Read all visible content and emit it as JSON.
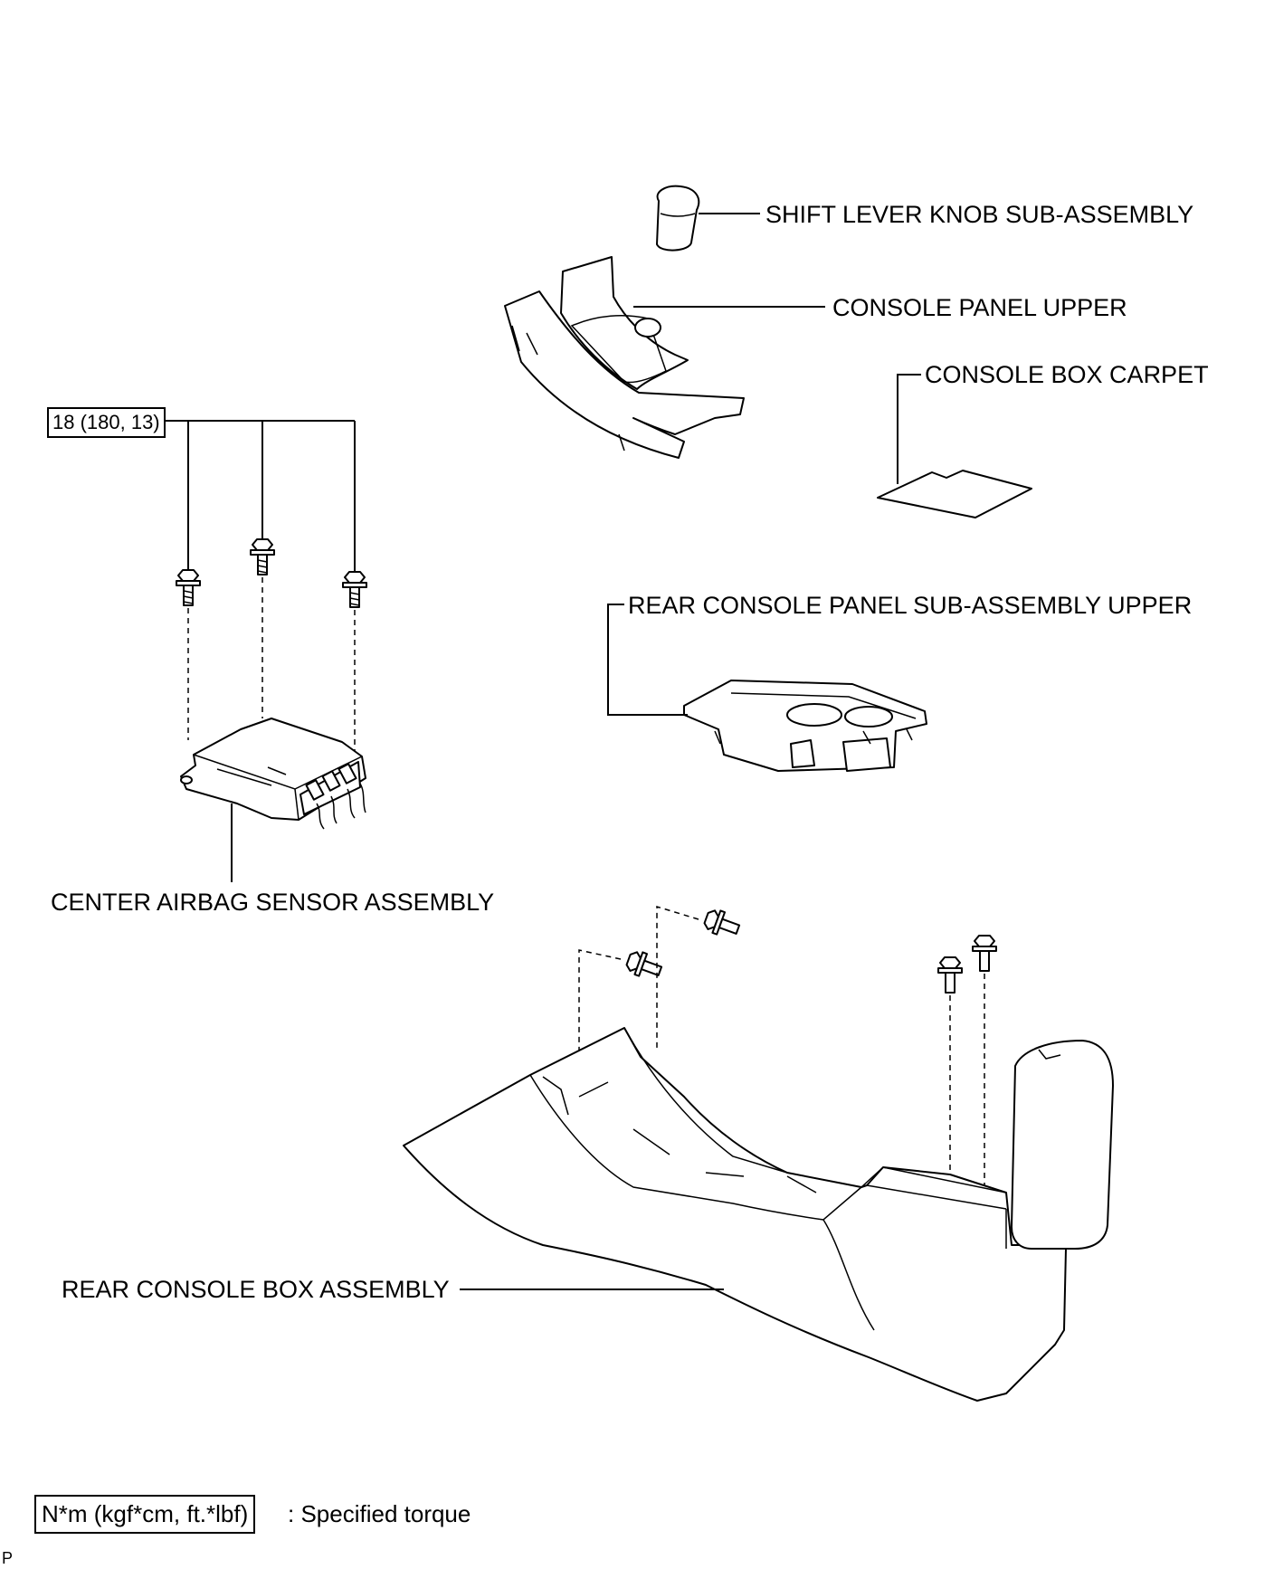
{
  "labels": {
    "shift_knob": "SHIFT LEVER KNOB SUB-ASSEMBLY",
    "console_panel_upper": "CONSOLE PANEL UPPER",
    "console_box_carpet": "CONSOLE BOX CARPET",
    "rear_console_panel_upper": "REAR CONSOLE PANEL SUB-ASSEMBLY UPPER",
    "center_airbag_sensor": "CENTER AIRBAG SENSOR ASSEMBLY",
    "rear_console_box": "REAR CONSOLE BOX ASSEMBLY"
  },
  "torque_spec": "18 (180, 13)",
  "legend": {
    "units": "N*m (kgf*cm, ft.*lbf)",
    "description": ": Specified torque"
  },
  "corner_mark": "P"
}
